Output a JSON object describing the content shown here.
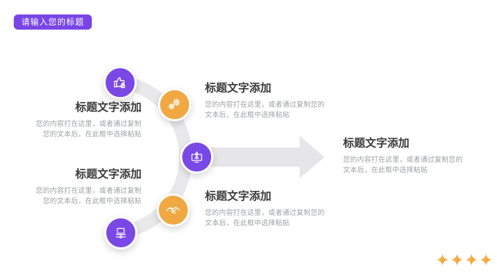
{
  "slide": {
    "badge": {
      "label": "请输入您的标题"
    },
    "steps": [
      {
        "icon": "thumbs-up",
        "color": "purple"
      },
      {
        "icon": "gears",
        "color": "orange"
      },
      {
        "icon": "rocket-launch",
        "color": "purple"
      },
      {
        "icon": "handshake",
        "color": "orange"
      },
      {
        "icon": "laptop-network",
        "color": "purple"
      }
    ],
    "blocks": [
      {
        "position": "left-top",
        "align": "right",
        "title": "标题文字添加",
        "lines": [
          "您的内容打在这里，或者通过复制",
          "您的文本后，在此框中选择粘贴"
        ]
      },
      {
        "position": "center-top",
        "align": "left",
        "title": "标题文字添加",
        "lines": [
          "您的内容打在这里，或者通过复制您的",
          "文本后，在此框中选择粘贴"
        ]
      },
      {
        "position": "left-bottom",
        "align": "right",
        "title": "标题文字添加",
        "lines": [
          "您的内容打在这里，或者通过复制",
          "您的文本后，在此框中选择粘贴"
        ]
      },
      {
        "position": "center-bottom",
        "align": "left",
        "title": "标题文字添加",
        "lines": [
          "您的内容打在这里，或者通过复制您的",
          "文本后，在此框中选择粘贴"
        ]
      },
      {
        "position": "right",
        "align": "left",
        "title": "标题文字添加",
        "lines": [
          "您的内容打在这里，或者通过复制您的",
          "文本后，在此框中选择粘贴"
        ]
      }
    ],
    "decor": {
      "sparkle_count": 4
    },
    "colors": {
      "purple": "#7a48e5",
      "orange": "#f0a843",
      "badge_bg": "#7a45e6",
      "arc_gray": "#e9e9eb",
      "arrow_gray": "#e6e6e8",
      "title_text": "#3c3c3c",
      "body_text": "#9da0a3",
      "sparkle": "#f2a53e"
    }
  }
}
